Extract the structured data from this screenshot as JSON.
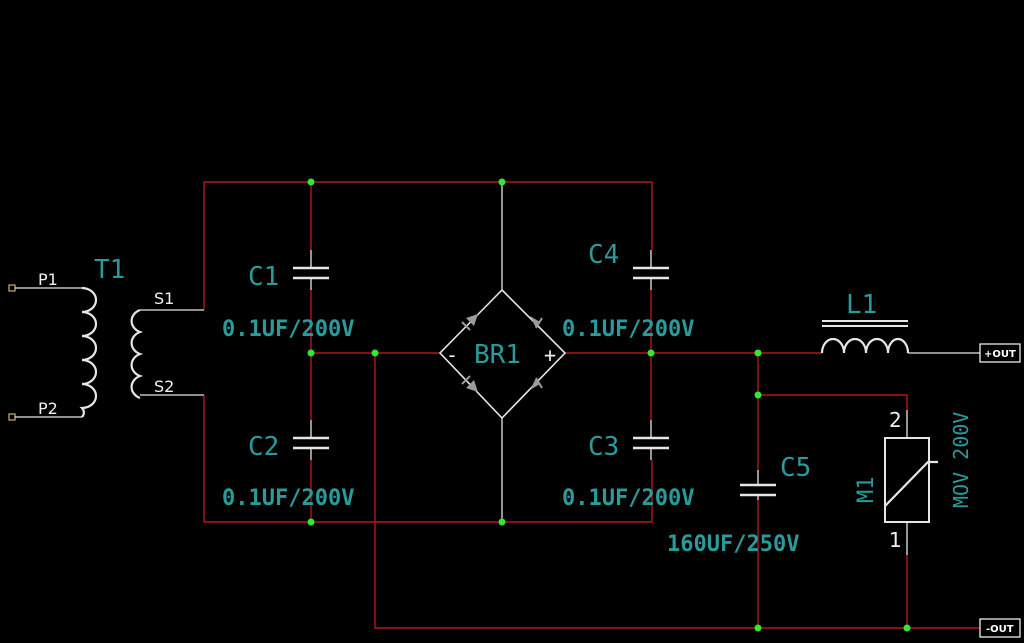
{
  "transformer": {
    "ref": "T1",
    "pins": {
      "p1": "P1",
      "p2": "P2",
      "s1": "S1",
      "s2": "S2"
    }
  },
  "capacitors": {
    "c1": {
      "ref": "C1",
      "value": "0.1UF/200V"
    },
    "c2": {
      "ref": "C2",
      "value": "0.1UF/200V"
    },
    "c3": {
      "ref": "C3",
      "value": "0.1UF/200V"
    },
    "c4": {
      "ref": "C4",
      "value": "0.1UF/200V"
    },
    "c5": {
      "ref": "C5",
      "value": "160UF/250V"
    }
  },
  "bridge": {
    "ref": "BR1",
    "minus": "-",
    "plus": "+"
  },
  "inductor": {
    "ref": "L1"
  },
  "mov": {
    "ref": "M1",
    "value": "MOV 200V",
    "pin_top": "2",
    "pin_bottom": "1"
  },
  "ports": {
    "out_pos": "+OUT",
    "out_neg": "-OUT"
  },
  "colors": {
    "background": "#000000",
    "wire": "#b01818",
    "junction": "#33e833",
    "label": "#2a9a9a",
    "symbol": "#e6e6e6"
  }
}
